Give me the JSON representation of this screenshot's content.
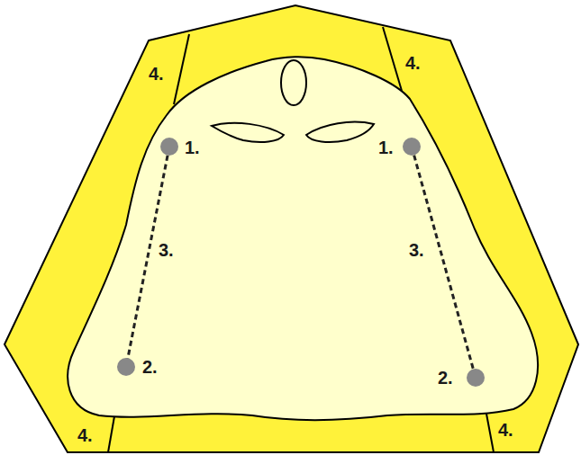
{
  "diagram": {
    "labels": [
      "4.",
      "4.",
      "1.",
      "1.",
      "3.",
      "3.",
      "2.",
      "2.",
      "4.",
      "4."
    ]
  }
}
